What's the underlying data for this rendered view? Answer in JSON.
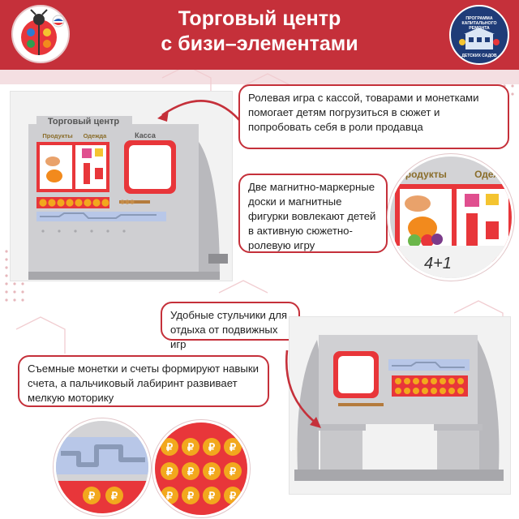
{
  "header": {
    "title_line1": "Торговый центр",
    "title_line2": "с бизи–элементами",
    "bg_color": "#c5303a"
  },
  "logo_right": {
    "line1": "ПРОГРАММА",
    "line2": "КАПИТАЛЬНОГО",
    "line3": "РЕМОНТА",
    "bottom": "ДЕТСКИХ САДОВ"
  },
  "product_panel": {
    "banner": "Торговый центр",
    "label_products": "Продукты",
    "label_clothes": "Одежда",
    "label_cashier": "Касса"
  },
  "zoom_board": {
    "label_products": "Продукты",
    "label_clothes": "Одеж",
    "handwriting": "4+1"
  },
  "coin_symbol": "₽",
  "callouts": {
    "role_play": "Ролевая игра с кассой, товарами и монетками помогает детям погрузиться в сюжет и попробовать себя в роли продавца",
    "magnetic": "Две магнитно-маркерные доски и магнитные фигурки вовлекают детей в активную сюжетно-ролевую игру",
    "stools": "Удобные стульчики для отдыха от подвижных игр",
    "coins": "Съемные монетки и счеты формируют навыки счета, а пальчиковый лабиринт развивает мелкую моторику"
  },
  "colors": {
    "accent": "#c5303a",
    "panel": "#c9c9cc",
    "board": "#e8363a",
    "coin": "#f2a81d",
    "maze": "#b8c7e8"
  }
}
